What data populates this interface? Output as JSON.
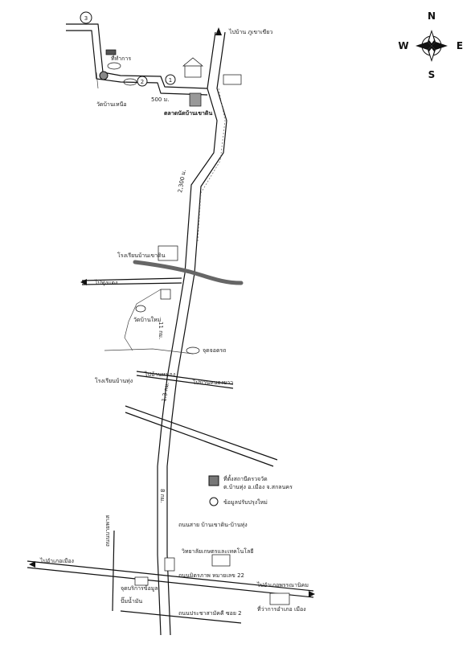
{
  "compass": {
    "north": "N",
    "south": "S",
    "east": "E",
    "west": "W"
  },
  "markers": {
    "m1": "1",
    "m2": "2",
    "m3": "3"
  },
  "labels": {
    "top_right_road": "ไปบ้าน ภูเขาเขียว",
    "shop_top": "ตลาดนัดบ้านเขาดิน",
    "dist_500": "500 ม.",
    "dist_2300": "2,300 ม.",
    "road_left_top": "ไปทุ่งแดง",
    "cluster_left_a": "ที่ทำการ",
    "cluster_left_b": "วัดบ้านเหนือ",
    "dist_11": "11 กม.",
    "temple_mid": "วัดบ้านใหม่",
    "school_mid": "โรงเรียนบ้านเขาดิน",
    "cluster_left_c": "จุดจอดรถ",
    "cluster_left_d": "โรงเรียนบ้านทุ่ง",
    "road_mid_left": "ไปบ้านหนอง",
    "road_mid_right": "ไปบ้านหนองยาว",
    "dist_13": "1.3 กม.",
    "dist_8": "8 กม.",
    "legend_title": "ที่ตั้งสถานีตรวจวัด",
    "legend_line2": "ต.บ้านทุ่ง อ.เมือง จ.สกลนคร",
    "legend_line3": "ข้อมูลปรับปรุงใหม่",
    "road_label_bottom1": "ถนนสาย บ้านเขาดิน-บ้านทุ่ง",
    "school_bottom": "วิทยาลัยเกษตรและเทคโนโลยี",
    "left_road_bottom": "ไปอำเภอเมือง",
    "right_road_bottom": "ไปอำเภอพรรณานิคม",
    "road_label_bottom2": "ถนนมิตรภาพ หมายเลข 22",
    "vertical_road_left": "ถนนบายพาส",
    "bottom_left_place": "จุดบริการข้อมูล",
    "bottom_left_place2": "ปั๊มน้ำมัน",
    "bottom_road_label": "ถนนประชาสามัคคี ซอย 2",
    "bottom_right_place": "ที่ว่าการอำเภอ เมือง"
  }
}
